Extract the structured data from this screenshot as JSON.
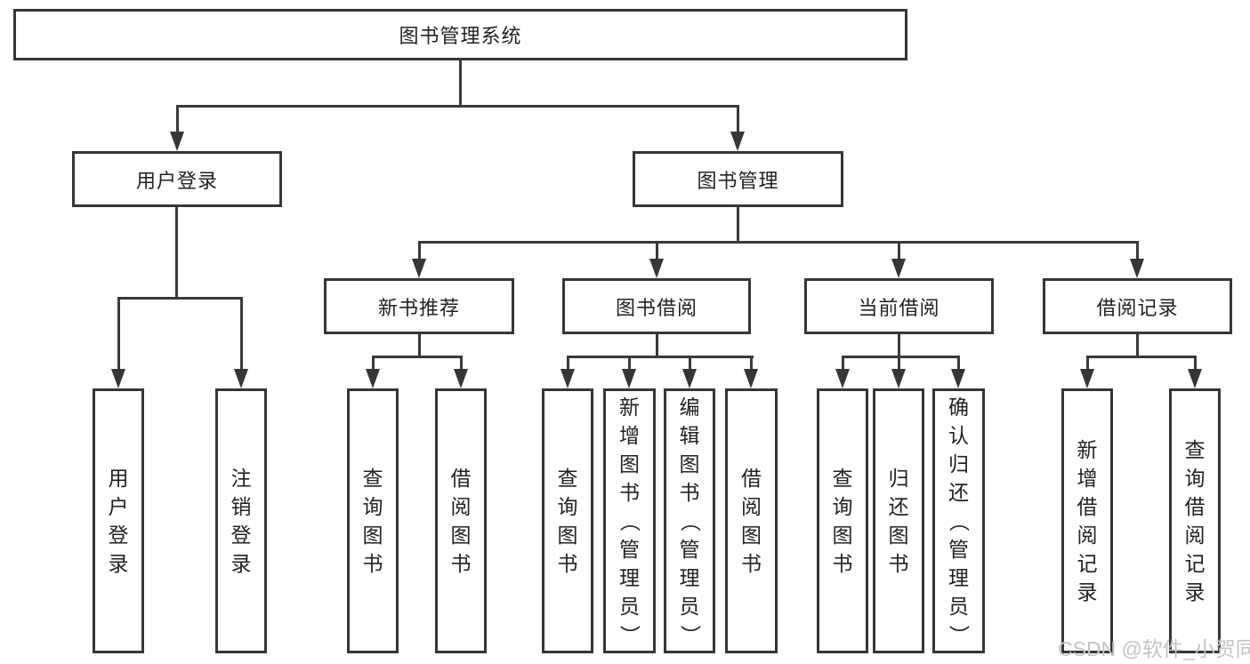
{
  "diagram": {
    "root": {
      "label": "图书管理系统"
    },
    "level2": [
      {
        "label": "用户登录"
      },
      {
        "label": "图书管理"
      }
    ],
    "level3": [
      {
        "label": "新书推荐"
      },
      {
        "label": "图书借阅"
      },
      {
        "label": "当前借阅"
      },
      {
        "label": "借阅记录"
      }
    ],
    "leaves": [
      {
        "label": "用户登录"
      },
      {
        "label": "注销登录"
      },
      {
        "label": "查询图书"
      },
      {
        "label": "借阅图书"
      },
      {
        "label": "查询图书"
      },
      {
        "label": "新增图书（管理员）"
      },
      {
        "label": "编辑图书（管理员）"
      },
      {
        "label": "借阅图书"
      },
      {
        "label": "查询图书"
      },
      {
        "label": "归还图书"
      },
      {
        "label": "确认归还（管理员）"
      },
      {
        "label": "新增借阅记录"
      },
      {
        "label": "查询借阅记录"
      }
    ],
    "watermark": "CSDN @软件_小贺同学",
    "colors": {
      "line": "#3a3a3a",
      "box_border": "#363636",
      "text": "#222222",
      "watermark": "#c4c4c4",
      "background": "#ffffff"
    }
  }
}
